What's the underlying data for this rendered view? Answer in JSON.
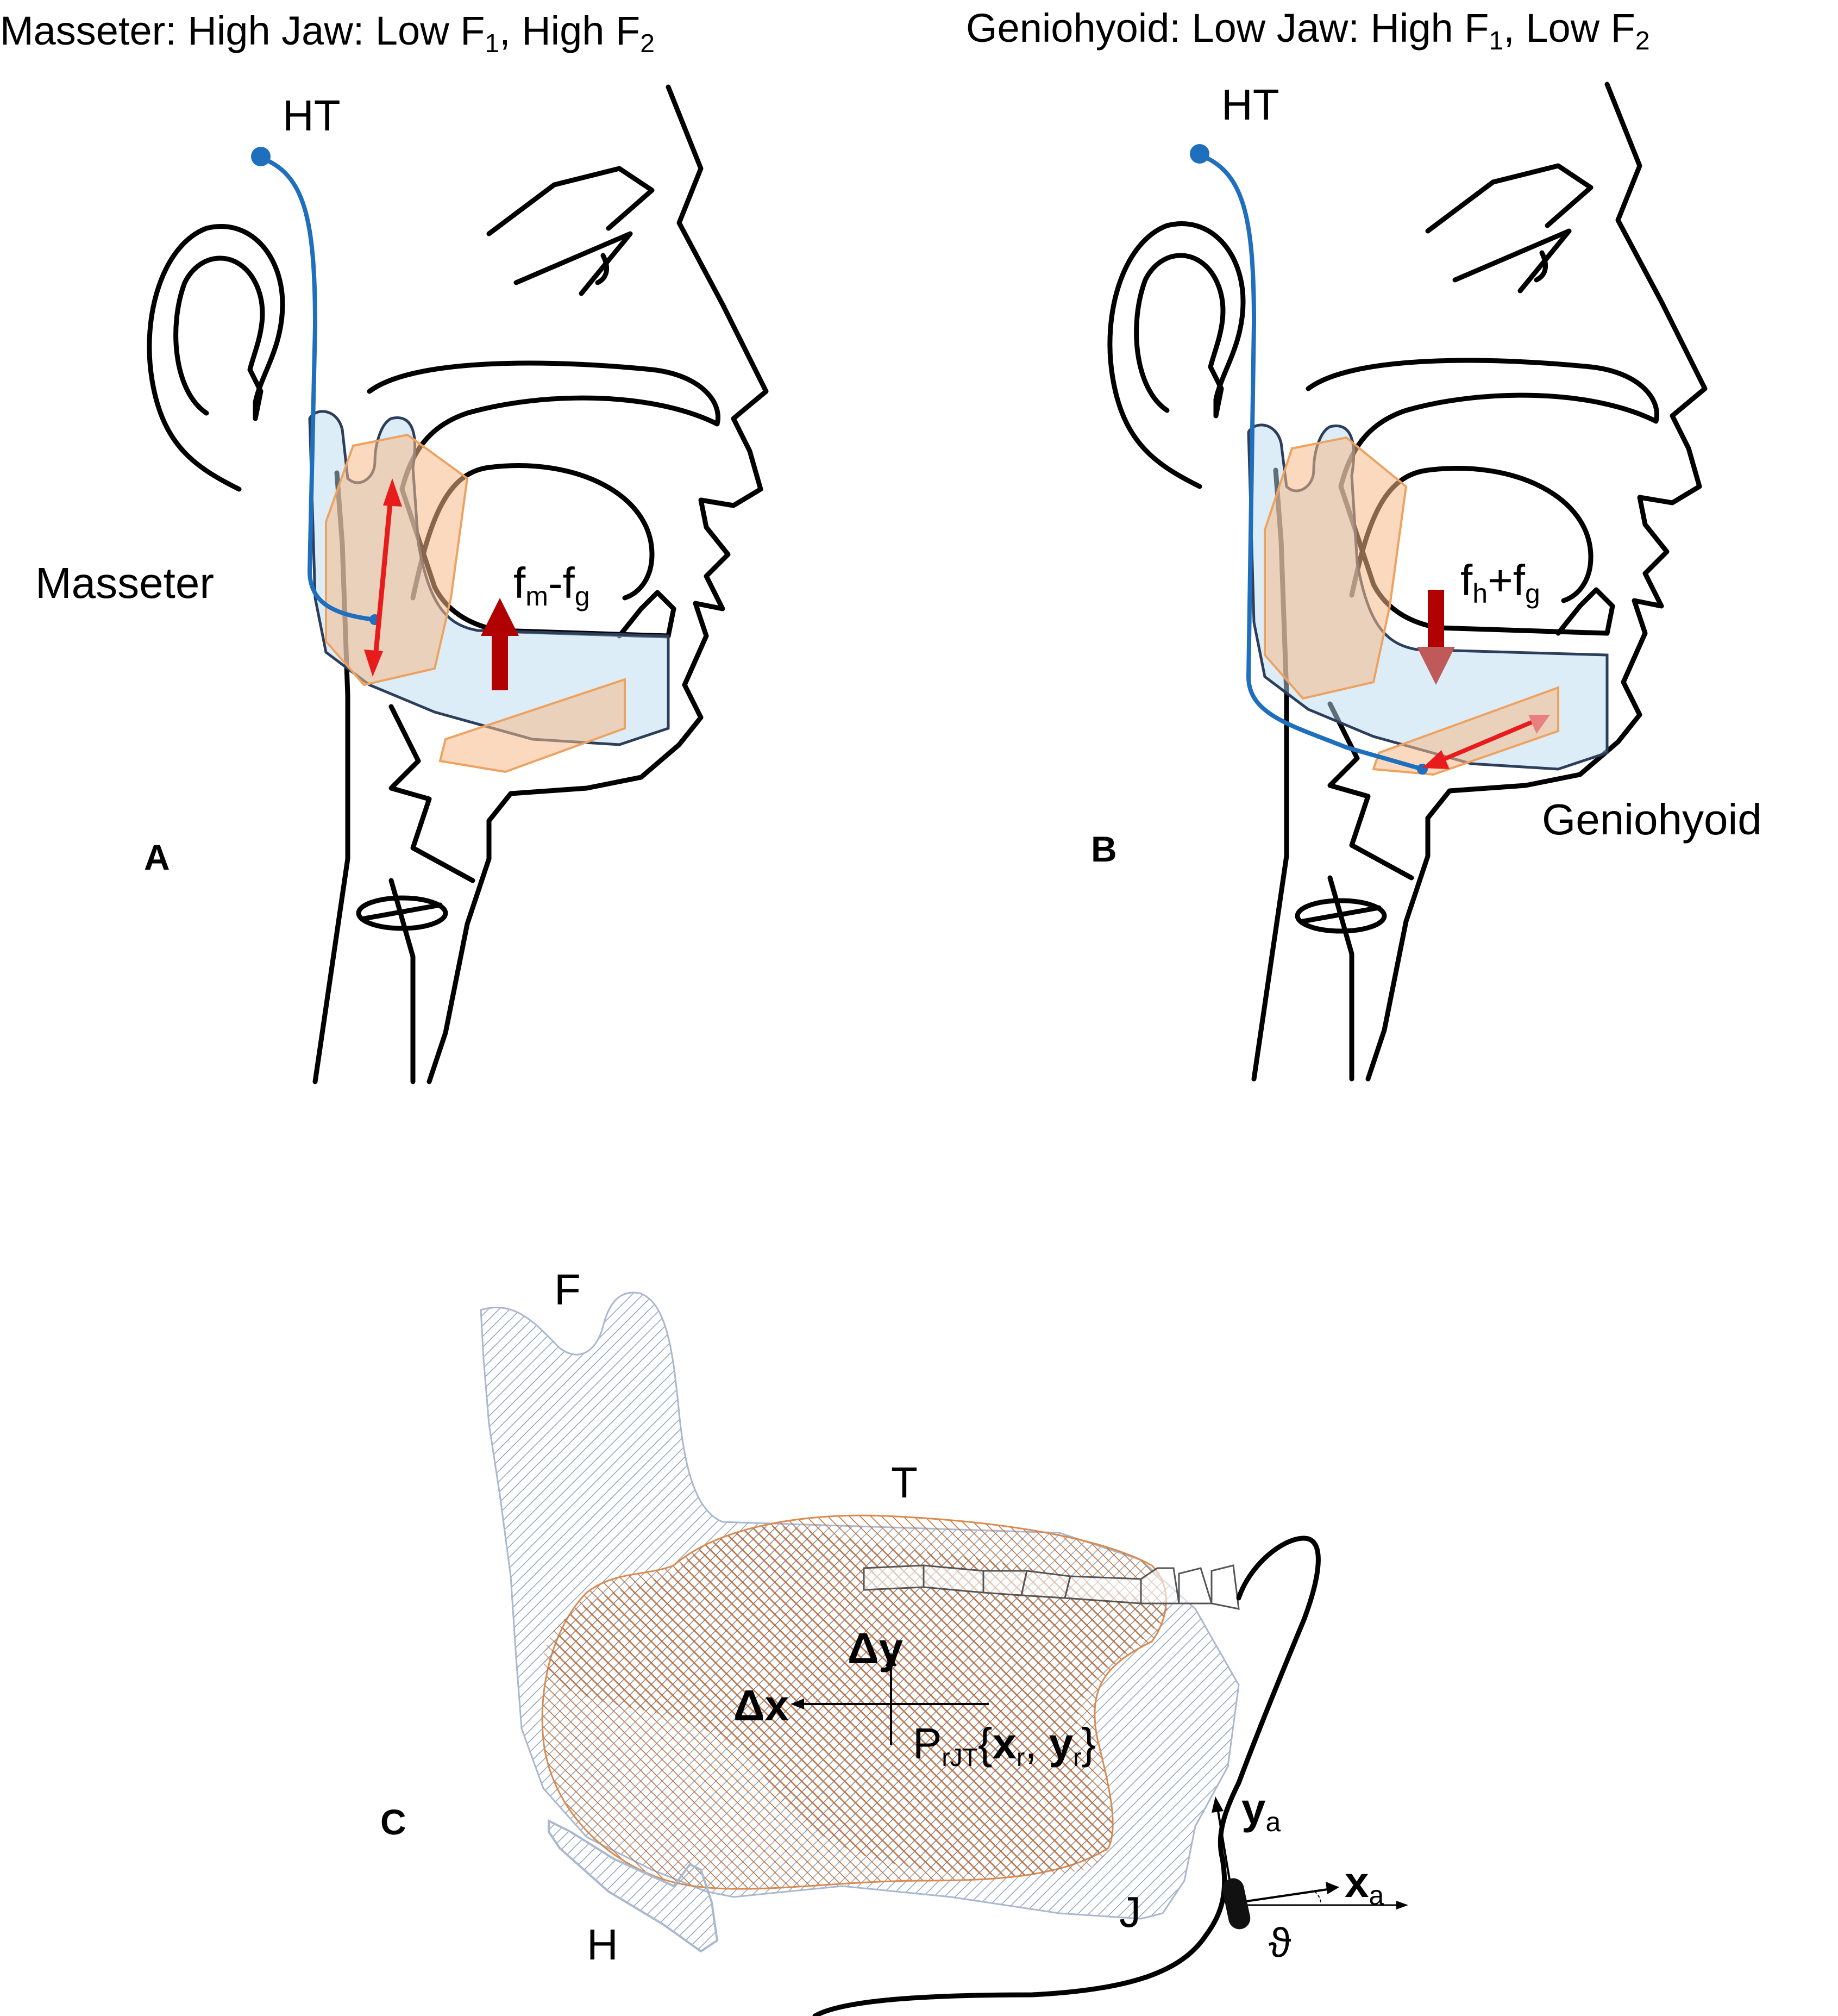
{
  "panelA": {
    "title": "Masseter: High Jaw: Low F",
    "title_sub1": "1",
    "title_mid": ", High F",
    "title_sub2": "2",
    "ht": "HT",
    "muscle": "Masseter",
    "force_f": "f",
    "force_sub1": "m",
    "force_op": "-f",
    "force_sub2": "g",
    "letter": "A"
  },
  "panelB": {
    "title": "Geniohyoid: Low Jaw: High F",
    "title_sub1": "1",
    "title_mid": ", Low F",
    "title_sub2": "2",
    "ht": "HT",
    "muscle": "Geniohyoid",
    "force_f": "f",
    "force_sub1": "h",
    "force_op": "+f",
    "force_sub2": "g",
    "letter": "B"
  },
  "panelC": {
    "F": "F",
    "T": "T",
    "H": "H",
    "J": "J",
    "dy": "Δy",
    "dx": "Δx",
    "point_P": "P",
    "point_sub": "rJT",
    "point_open": "{",
    "point_x": "x",
    "point_xsub": "r",
    "point_comma": ", ",
    "point_y": "y",
    "point_ysub": "r",
    "point_close": "}",
    "ya": "y",
    "ya_sub": "a",
    "xa": "x",
    "xa_sub": "a",
    "theta": "ϑ",
    "letter": "C"
  },
  "colors": {
    "outline": "#000000",
    "tendon": "#1f6fbf",
    "jaw_fill": "#b9dcef",
    "muscle_fill": "#f6b98a",
    "force_arrow": "#b00000",
    "muscle_arrow": "#e81c1c",
    "hatch_blue": "#8ea2bf",
    "hatch_orange": "#c8692a"
  }
}
